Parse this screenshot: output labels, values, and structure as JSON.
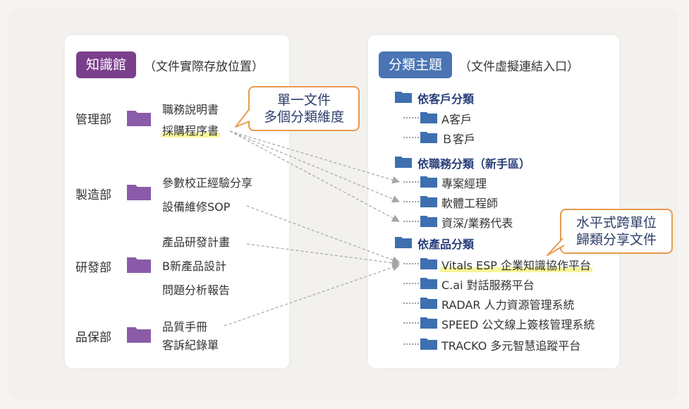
{
  "colors": {
    "left_badge": "#7a3f8c",
    "right_badge": "#4a74b4",
    "left_folder": "#8a5ba8",
    "right_folder": "#3e6fb0",
    "callout_border": "#e89a4f",
    "highlight": "#f7f59a",
    "arrow": "#a6a6a6"
  },
  "left": {
    "badge": "知識館",
    "note": "（文件實際存放位置）",
    "departments": [
      {
        "name": "管理部",
        "docs": [
          "職務說明書",
          "採購程序書"
        ]
      },
      {
        "name": "製造部",
        "docs": [
          "參數校正經驗分享",
          "設備維修SOP"
        ]
      },
      {
        "name": "研發部",
        "docs": [
          "產品研發計畫",
          "B新產品設計",
          "問題分析報告"
        ]
      },
      {
        "name": "品保部",
        "docs": [
          "品質手冊",
          "客訴紀錄單"
        ]
      }
    ]
  },
  "right": {
    "badge": "分類主題",
    "note": "（文件虛擬連結入口）",
    "categories": [
      {
        "name": "依客戶分類",
        "items": [
          "A客戶",
          "Ｂ客戶"
        ]
      },
      {
        "name": "依職務分類（新手區）",
        "items": [
          "專案經理",
          "軟體工程師",
          "資深/業務代表"
        ]
      },
      {
        "name": "依產品分類",
        "items": [
          "Vitals ESP 企業知識協作平台",
          "C.ai 對話服務平台",
          "RADAR 人力資源管理系統",
          "SPEED 公文線上簽核管理系統",
          "TRACKO 多元智慧追蹤平台"
        ]
      }
    ]
  },
  "callouts": {
    "single_doc": [
      "單一文件",
      "多個分類維度"
    ],
    "horizontal": [
      "水平式跨單位",
      "歸類分享文件"
    ]
  }
}
